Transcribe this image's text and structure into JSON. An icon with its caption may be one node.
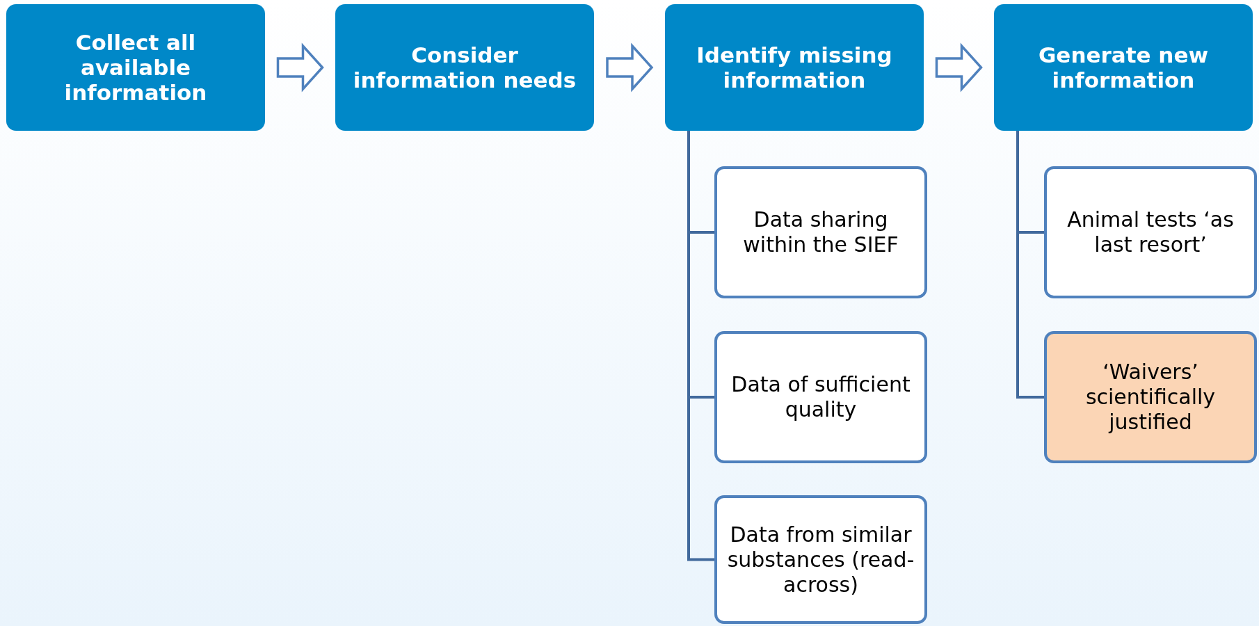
{
  "diagram": {
    "nodes": [
      {
        "text": [
          "Collect all available information"
        ]
      },
      {
        "text": [
          "Consider information needs"
        ]
      },
      {
        "text": [
          "Identify missing information"
        ]
      },
      {
        "text": [
          "Generate new information"
        ]
      },
      {
        "text": [
          "Data sharing within the SIEF"
        ]
      },
      {
        "text": [
          "Data of sufficient quality"
        ]
      },
      {
        "text": [
          "Data from similar substances (read-across)"
        ]
      },
      {
        "text": [
          "Animal tests ‘as last resort’"
        ]
      },
      {
        "text": [
          "‘Waivers’ scientifically justified"
        ]
      }
    ],
    "edges": [
      {
        "from": 0,
        "to": 1,
        "arrow": "to"
      },
      {
        "from": 1,
        "to": 2,
        "arrow": "to"
      },
      {
        "from": 2,
        "to": 3,
        "arrow": "to"
      },
      {
        "from": 2,
        "to": 4,
        "arrow": "none"
      },
      {
        "from": 2,
        "to": 5,
        "arrow": "none"
      },
      {
        "from": 2,
        "to": 6,
        "arrow": "none"
      },
      {
        "from": 3,
        "to": 7,
        "arrow": "none"
      },
      {
        "from": 3,
        "to": 8,
        "arrow": "none"
      }
    ]
  }
}
